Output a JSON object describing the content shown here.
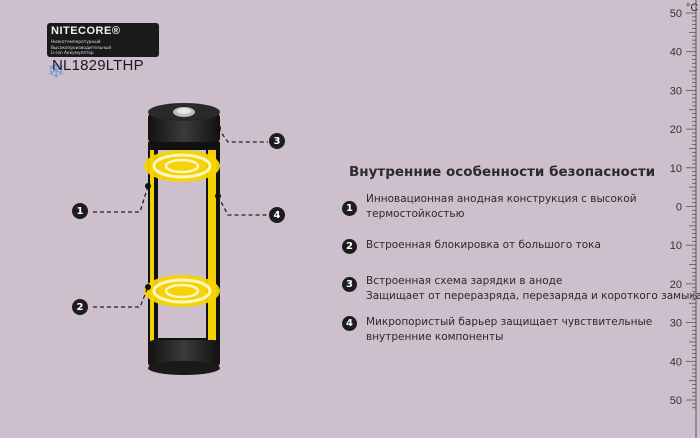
{
  "logo": {
    "brand": "NITECORE®",
    "tagline_lines": [
      "Низкотемпературный Высокопроизводительный",
      "Li-ion Аккумулятор"
    ],
    "model": "NL1829LTHP"
  },
  "features": {
    "title": "Внутренние особенности безопасности",
    "items": [
      {
        "num": "1",
        "lines": [
          "Инновационная анодная конструкция с высокой",
          "термостойкостью"
        ]
      },
      {
        "num": "2",
        "lines": [
          "Встроенная блокировка от большого тока"
        ]
      },
      {
        "num": "3",
        "lines": [
          "Встроенная схема зарядки в аноде",
          "Защищает от переразряда, перезаряда и короткого замыкания"
        ]
      },
      {
        "num": "4",
        "lines": [
          "Микропористый барьер защищает чувствительные",
          "внутренние компоненты"
        ]
      }
    ]
  },
  "callouts": [
    "1",
    "2",
    "3",
    "4"
  ],
  "ruler": {
    "unit": "°C",
    "labels": [
      "50",
      "40",
      "30",
      "20",
      "10",
      "0",
      "10",
      "20",
      "30",
      "40",
      "50"
    ]
  }
}
